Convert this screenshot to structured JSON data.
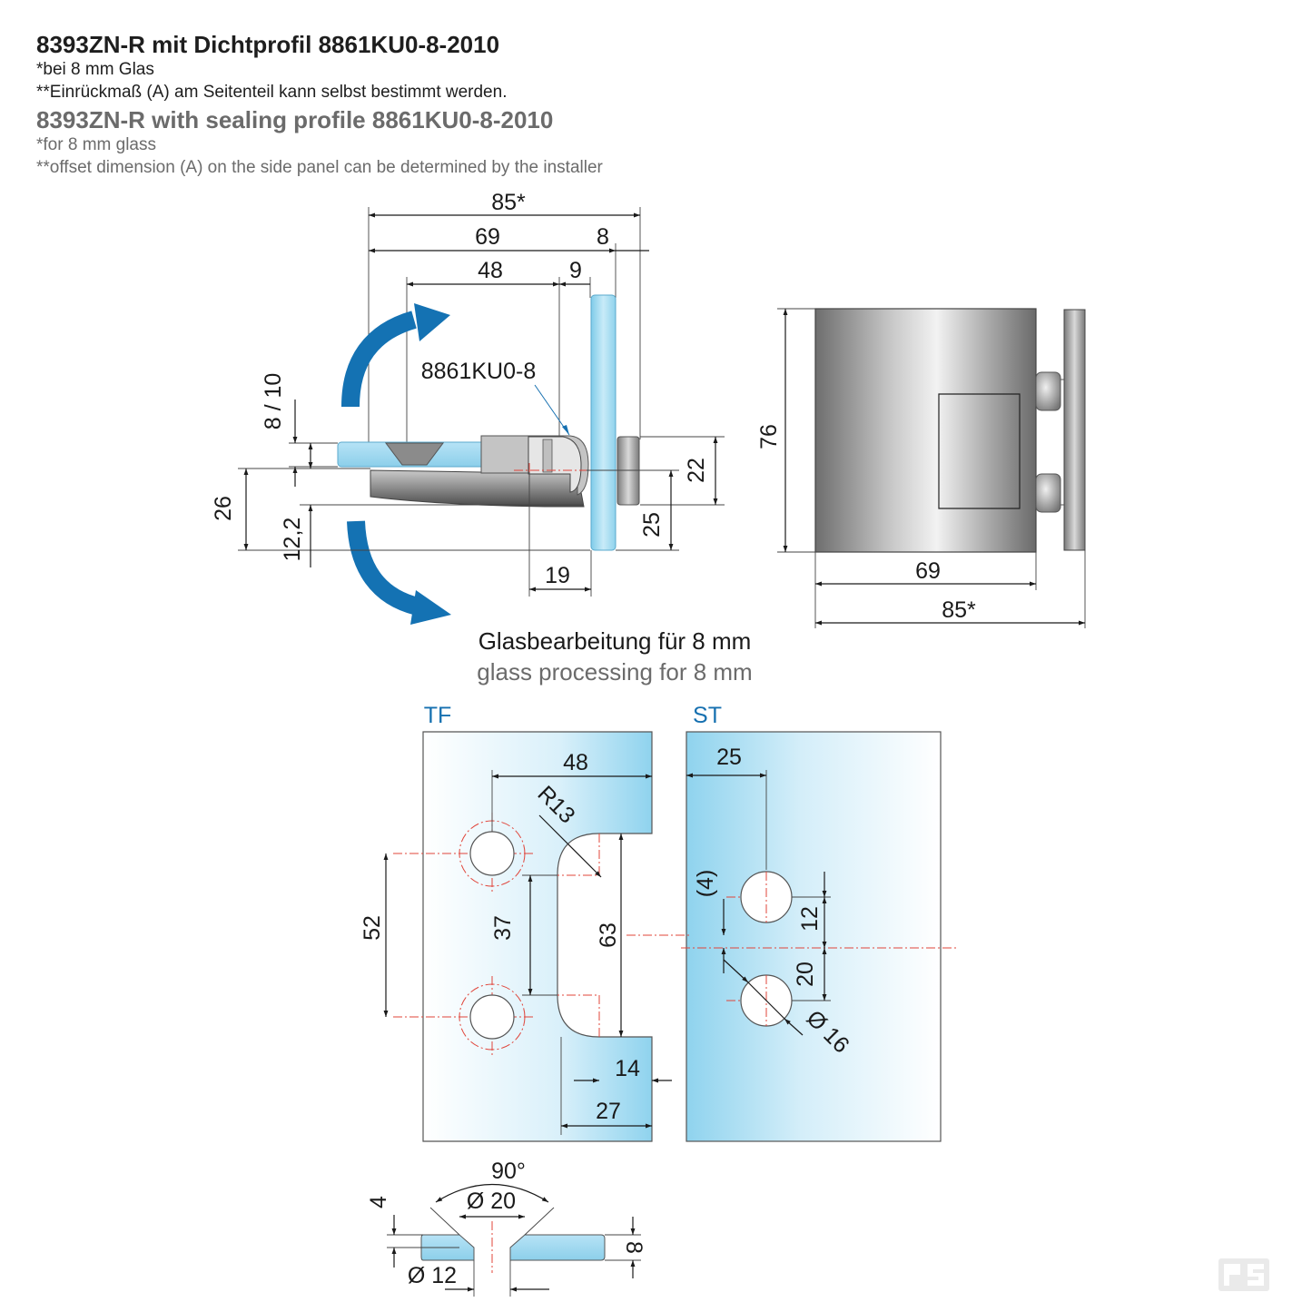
{
  "header": {
    "title_de": "8393ZN-R mit Dichtprofil 8861KU0-8-2010",
    "note1_de": "*bei 8 mm Glas",
    "note2_de": "**Einrückmaß (A) am Seitenteil kann selbst bestimmt werden.",
    "title_en": "8393ZN-R with sealing profile 8861KU0-8-2010",
    "note1_en": "*for 8 mm glass",
    "note2_en": "**offset dimension (A) on the side panel can be determined by the installer"
  },
  "side_view": {
    "dim_total": "85*",
    "dim_69": "69",
    "dim_8": "8",
    "dim_48": "48",
    "dim_9": "9",
    "part_label": "8861KU0-8",
    "dim_8_10": "8 / 10",
    "dim_26": "26",
    "dim_12_2": "12,2",
    "dim_22": "22",
    "dim_25": "25",
    "dim_19": "19"
  },
  "front_view": {
    "dim_76": "76",
    "dim_69": "69",
    "dim_total": "85*"
  },
  "glass_processing": {
    "title_de": "Glasbearbeitung für 8 mm",
    "title_en": "glass processing for 8 mm",
    "tf": {
      "label": "TF",
      "dim_48": "48",
      "radius": "R13",
      "dim_52": "52",
      "dim_37": "37",
      "dim_63": "63",
      "dim_14": "14",
      "dim_27": "27"
    },
    "st": {
      "label": "ST",
      "dim_25": "25",
      "dim_4": "(4)",
      "dim_12": "12",
      "dim_20": "20",
      "hole_dia": "Ø 16"
    },
    "countersink": {
      "angle": "90°",
      "dia_20": "Ø 20",
      "depth_4": "4",
      "thickness_8": "8",
      "dia_12": "Ø 12"
    }
  },
  "colors": {
    "glass": "#a9dcf2",
    "arrow": "#1472b3",
    "label_blue": "#1670b0",
    "center_line": "#e0443a",
    "metal": "#8c8c8c"
  }
}
